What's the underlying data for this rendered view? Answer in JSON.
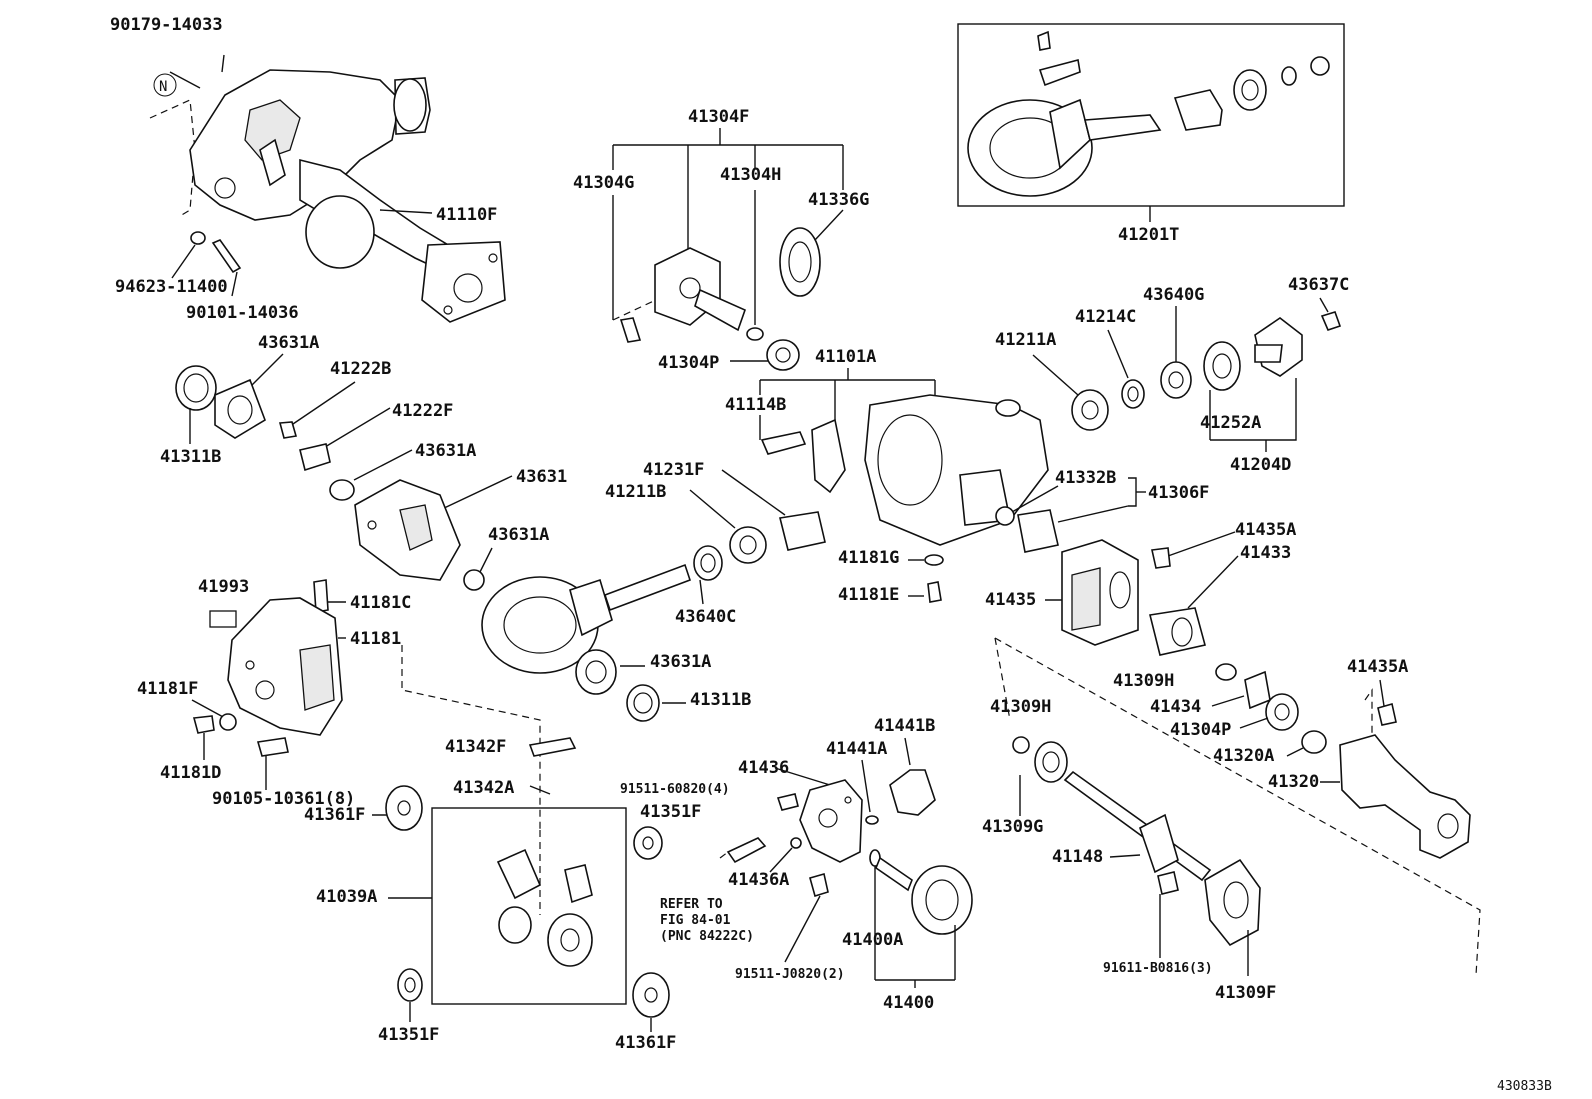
{
  "figure": {
    "code": "430833B",
    "note_lines": [
      "REFER TO",
      "FIG 84-01",
      "(PNC 84222C)"
    ],
    "n_marker": "N"
  },
  "labels": {
    "p90179_14033": "90179-14033",
    "p41110F": "41110F",
    "p94623_11400": "94623-11400",
    "p90101_14036": "90101-14036",
    "p41304F_top": "41304F",
    "p41304G": "41304G",
    "p41304H": "41304H",
    "p41336G": "41336G",
    "p41201T": "41201T",
    "p43631A_1": "43631A",
    "p41222B": "41222B",
    "p41222F": "41222F",
    "p41311B_1": "41311B",
    "p43631A_2": "43631A",
    "p43631": "43631",
    "p43631A_3": "43631A",
    "p41304P_1": "41304P",
    "p41101A": "41101A",
    "p41114B": "41114B",
    "p41211A": "41211A",
    "p41214C": "41214C",
    "p43640G": "43640G",
    "p43637C": "43637C",
    "p41252A": "41252A",
    "p41204D": "41204D",
    "p41231F": "41231F",
    "p41211B": "41211B",
    "p41332B": "41332B",
    "p41306F": "41306F",
    "p41435A_1": "41435A",
    "p41433": "41433",
    "p41181G": "41181G",
    "p41181E": "41181E",
    "p41435": "41435",
    "p41993": "41993",
    "p41181C": "41181C",
    "p41181": "41181",
    "p43640C": "43640C",
    "p43631A_4": "43631A",
    "p41311B_2": "41311B",
    "p41181F": "41181F",
    "p41181D": "41181D",
    "p90105_10361": "90105-10361(8)",
    "p41342F": "41342F",
    "p41342A": "41342A",
    "p41361F_1": "41361F",
    "p41039A": "41039A",
    "p41351F_1": "41351F",
    "p41361F_2": "41361F",
    "p41436": "41436",
    "p91511_60820": "91511-60820(4)",
    "p41351F_2": "41351F",
    "p41436A": "41436A",
    "p91511_J0820": "91511-J0820(2)",
    "p41441B": "41441B",
    "p41441A": "41441A",
    "p41400A": "41400A",
    "p41400": "41400",
    "p41309H_1": "41309H",
    "p41309H_2": "41309H",
    "p41309G": "41309G",
    "p41434": "41434",
    "p41304P_2": "41304P",
    "p41435A_2": "41435A",
    "p41320A": "41320A",
    "p41320": "41320",
    "p41148": "41148",
    "p91611_B0816": "91611-B0816(3)",
    "p41309F": "41309F"
  }
}
